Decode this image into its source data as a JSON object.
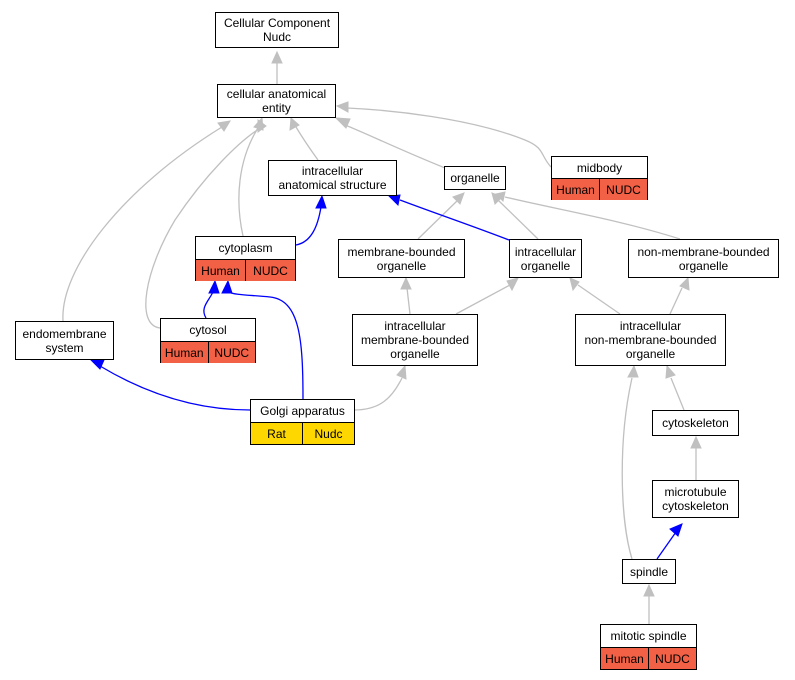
{
  "colors": {
    "is_a_edge": "#c0c0c0",
    "part_of_edge": "#0000ff",
    "human_annotation": "#f26045",
    "rat_annotation": "#ffd700",
    "node_border": "#000000"
  },
  "nodes": {
    "root": {
      "title": "Cellular Component\nNudc"
    },
    "cae": {
      "title": "cellular anatomical\nentity"
    },
    "ias": {
      "title": "intracellular\nanatomical structure"
    },
    "organelle": {
      "title": "organelle"
    },
    "midbody": {
      "title": "midbody",
      "species": "Human",
      "gene": "NUDC"
    },
    "cytoplasm": {
      "title": "cytoplasm",
      "species": "Human",
      "gene": "NUDC"
    },
    "mbo": {
      "title": "membrane-bounded\norganelle"
    },
    "io": {
      "title": "intracellular\norganelle"
    },
    "nmbo": {
      "title": "non-membrane-bounded\norganelle"
    },
    "endo": {
      "title": "endomembrane\nsystem"
    },
    "cytosol": {
      "title": "cytosol",
      "species": "Human",
      "gene": "NUDC"
    },
    "imbo": {
      "title": "intracellular\nmembrane-bounded\norganelle"
    },
    "inmbo": {
      "title": "intracellular\nnon-membrane-bounded\norganelle"
    },
    "golgi": {
      "title": "Golgi apparatus",
      "species": "Rat",
      "gene": "Nudc"
    },
    "cytoskeleton": {
      "title": "cytoskeleton"
    },
    "mtc": {
      "title": "microtubule\ncytoskeleton"
    },
    "spindle": {
      "title": "spindle"
    },
    "mitotic": {
      "title": "mitotic spindle",
      "species": "Human",
      "gene": "NUDC"
    }
  }
}
